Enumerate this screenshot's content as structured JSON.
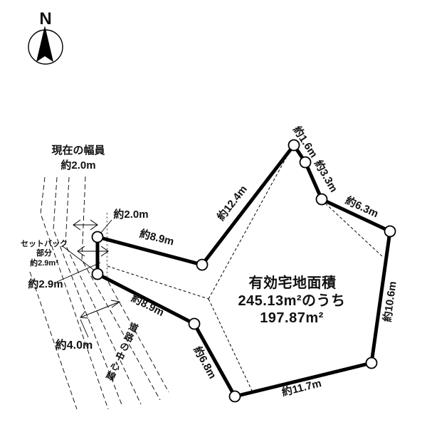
{
  "compass": {
    "north_label": "N"
  },
  "road": {
    "current_width_line1": "現在の幅員",
    "current_width_line2": "約2.0m",
    "width_label": "約2.0m",
    "setback_line1": "セットバック",
    "setback_line2": "部分",
    "setback_line3": "約2.9m²",
    "setback_width_label": "約2.9m",
    "road_width_label": "約4.0m",
    "centerline_label": "道路の中心線"
  },
  "plot": {
    "area_line1": "有効宅地面積",
    "area_line2": "245.13m²のうち",
    "area_line3": "197.87m²",
    "edge_labels": {
      "top_left": "約8.9m",
      "northeast": "約12.4m",
      "north_1": "約1.6m",
      "north_2": "約3.3m",
      "north_3": "約6.3m",
      "east": "約10.6m",
      "south": "約11.7m",
      "southwest": "約6.8m",
      "west_lower": "約8.9m"
    }
  },
  "colors": {
    "line": "#000000",
    "background": "#ffffff",
    "guide_gray": "#9a9a9a"
  }
}
